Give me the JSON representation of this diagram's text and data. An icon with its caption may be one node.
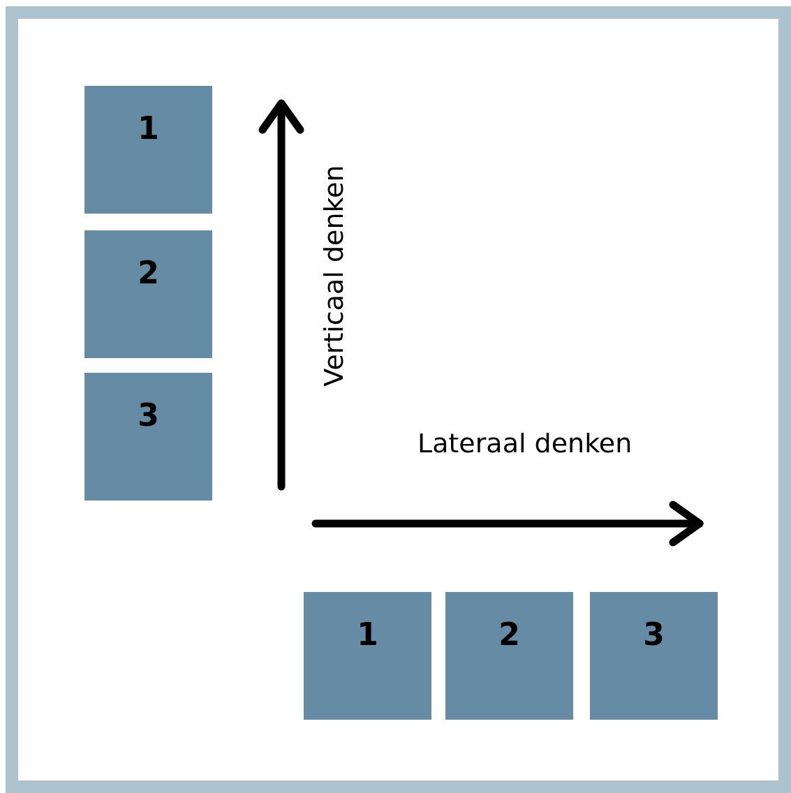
{
  "diagram": {
    "nodes": [
      {
        "text": [
          "1"
        ]
      },
      {
        "text": [
          "2"
        ]
      },
      {
        "text": [
          "3"
        ]
      },
      {
        "text": [
          "1"
        ]
      },
      {
        "text": [
          "2"
        ]
      },
      {
        "text": [
          "3"
        ]
      }
    ],
    "labels": [
      "Verticaal denken",
      "Lateraal denken"
    ]
  }
}
